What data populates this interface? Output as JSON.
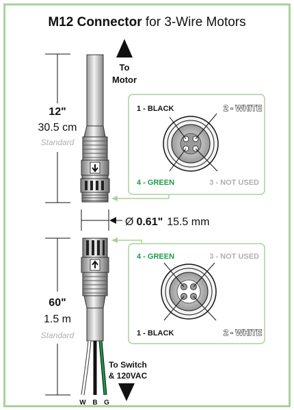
{
  "title": {
    "bold": "M12 Connector",
    "rest": " for 3-Wire Motors"
  },
  "to_motor": {
    "line1": "To",
    "line2": "Motor"
  },
  "to_switch": {
    "line1": "To Switch",
    "line2": "& 120VAC"
  },
  "upper_cable": {
    "length_in": "12\"",
    "length_cm": "30.5 cm",
    "note": "Standard"
  },
  "lower_cable": {
    "length_in": "60\"",
    "length_cm": "1.5 m",
    "note": "Standard"
  },
  "diameter": {
    "symbol": "Ø",
    "value_in": "0.61\"",
    "value_mm": "15.5 mm"
  },
  "upper_pinout": {
    "pin1": "1 - BLACK",
    "pin2": "2 - WHITE",
    "pin3": "3 - NOT USED",
    "pin4": "4 - GREEN"
  },
  "lower_pinout": {
    "pin1": "1 - BLACK",
    "pin2": "2 - WHITE",
    "pin3": "3 - NOT USED",
    "pin4": "4 - GREEN"
  },
  "wires": {
    "w": "W",
    "b": "B",
    "g": "G"
  },
  "colors": {
    "frame": "#a8d29a",
    "green_label": "#1a9a4a",
    "grey_label": "#b0b0b0",
    "cable": "#d9d9d9"
  }
}
